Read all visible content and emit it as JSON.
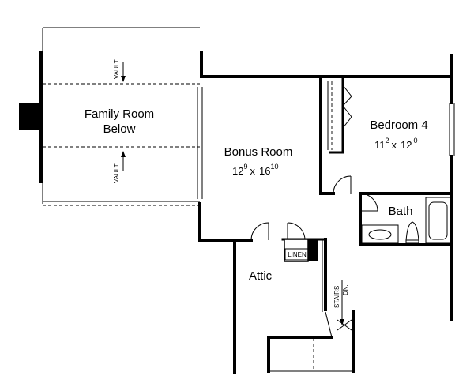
{
  "plan": {
    "family_room": {
      "line1": "Family Room",
      "line2": "Below"
    },
    "vault_labels": {
      "top": "VAULT",
      "bottom": "VAULT"
    },
    "bonus_room": {
      "name": "Bonus Room",
      "width_ft": "12",
      "width_in": "9",
      "depth_ft": "16",
      "depth_in": "10",
      "sep": "x"
    },
    "bedroom": {
      "name": "Bedroom 4",
      "width_ft": "11",
      "width_in": "2",
      "depth_ft": "12",
      "depth_in": "0",
      "sep": "x"
    },
    "bath": {
      "name": "Bath"
    },
    "attic": {
      "name": "Attic"
    },
    "linen": {
      "name": "LINEN"
    },
    "stairs": {
      "word1": "STAIRS",
      "word2": "DN."
    }
  },
  "colors": {
    "wall": "#000000",
    "background": "#ffffff"
  }
}
